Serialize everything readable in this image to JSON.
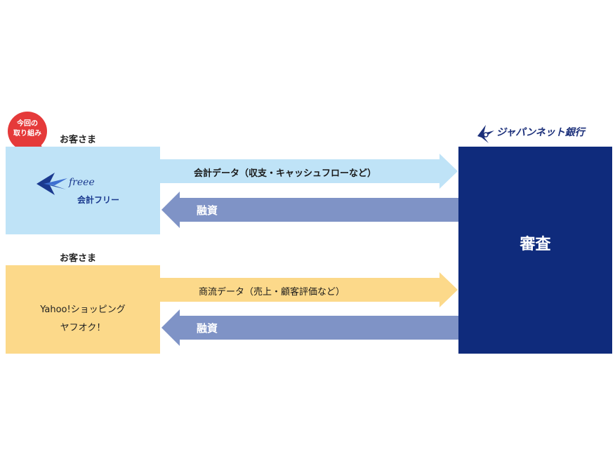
{
  "badge": {
    "line1": "今回の",
    "line2": "取り組み"
  },
  "customers": [
    {
      "label": "お客さま",
      "service_logo_text": "freee",
      "service_sub": "会計フリー",
      "data_arrow": "会計データ（収支・キャッシュフローなど）",
      "return_arrow": "融資"
    },
    {
      "label": "お客さま",
      "service_line1": "Yahoo!ショッピング",
      "service_line2": "ヤフオク！",
      "data_arrow": "商流データ（売上・顧客評価など）",
      "return_arrow": "融資"
    }
  ],
  "bank": {
    "name": "ジャパンネット銀行",
    "process": "審査"
  },
  "colors": {
    "freee_box": "#bfe3f7",
    "freee_arrow": "#bfe3f7",
    "yahoo_box": "#fcd98a",
    "yahoo_arrow": "#fcd98a",
    "return_arrow": "#7f93c6",
    "bank_box": "#0f2b7c",
    "badge": "#e53a3a"
  }
}
